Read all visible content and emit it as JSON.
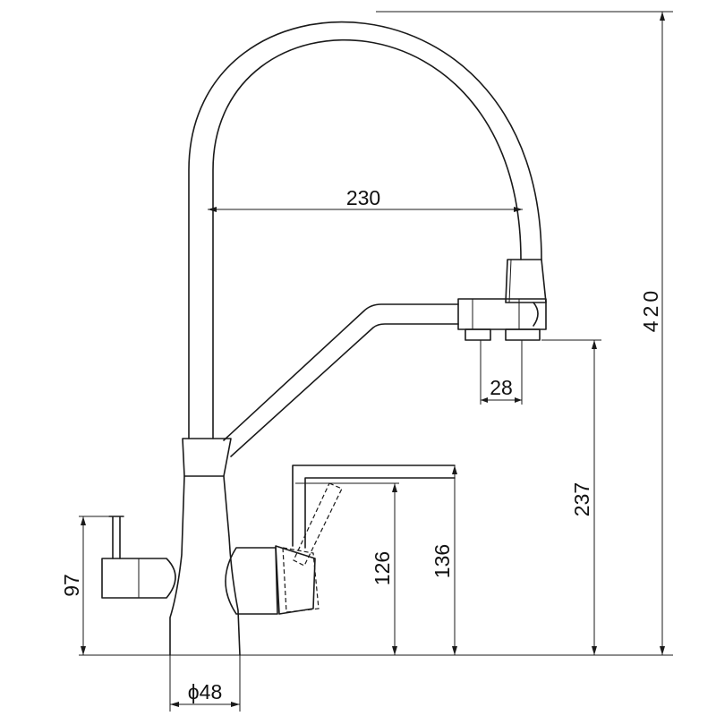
{
  "dimensions": {
    "spout_reach": "230",
    "total_height": "420",
    "outlet_spacing": "28",
    "outlet_height": "237",
    "lever_height_126": "126",
    "lever_height_136": "136",
    "side_lever_height": "97",
    "base_diameter": "ϕ48"
  }
}
